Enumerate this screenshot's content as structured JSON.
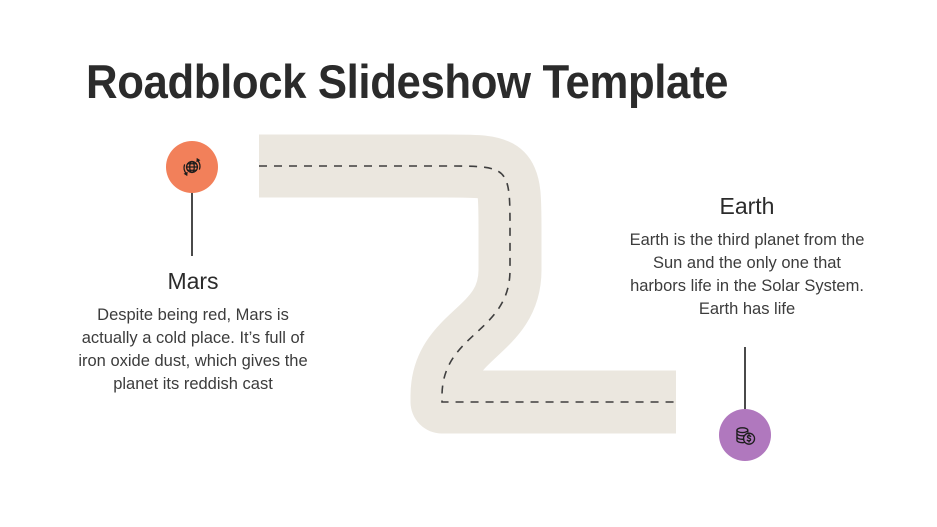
{
  "slide": {
    "title": "Roadblock Slideshow Template",
    "background_color": "#ffffff",
    "road_color": "#EBE7DF",
    "dash_color": "#3f3f3f",
    "title_color": "#2b2b2b"
  },
  "milestones": [
    {
      "id": "mars",
      "heading": "Mars",
      "body": "Despite being red, Mars is actually a cold place. It’s full of iron oxide dust, which gives the planet its reddish cast",
      "icon": "globe-exchange-icon",
      "marker_color": "#F2805A",
      "stem_color": "#4a4a4a"
    },
    {
      "id": "earth",
      "heading": "Earth",
      "body": "Earth is the third planet from the Sun and the only one that harbors life in the Solar System. Earth has life",
      "icon": "coins-dollar-icon",
      "marker_color": "#B078BE",
      "stem_color": "#4a4a4a"
    }
  ]
}
